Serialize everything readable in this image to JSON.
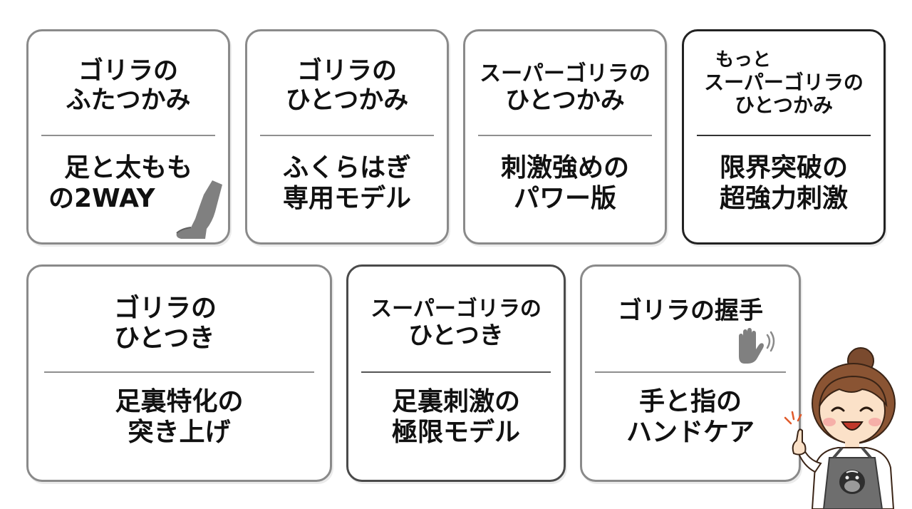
{
  "cards": [
    {
      "title_lines": [
        "ゴリラの",
        "ふたつかみ"
      ],
      "desc_lines": [
        "足と太もも",
        "の2WAY"
      ]
    },
    {
      "title_lines": [
        "ゴリラの",
        "ひとつかみ"
      ],
      "desc_lines": [
        "ふくらはぎ",
        "専用モデル"
      ]
    },
    {
      "title_lines": [
        "スーパーゴリラの",
        "ひとつかみ"
      ],
      "desc_lines": [
        "刺激強めの",
        "パワー版"
      ]
    },
    {
      "title_lines": [
        "もっと",
        "スーパーゴリラの",
        "ひとつかみ"
      ],
      "desc_lines": [
        "限界突破の",
        "超強力刺激"
      ]
    },
    {
      "title_lines": [
        "ゴリラの",
        "ひとつき"
      ],
      "desc_lines": [
        "足裏特化の",
        "突き上げ"
      ]
    },
    {
      "title_lines": [
        "スーパーゴリラの",
        "ひとつき"
      ],
      "desc_lines": [
        "足裏刺激の",
        "極限モデル"
      ]
    },
    {
      "title_lines": [
        "ゴリラの握手"
      ],
      "desc_lines": [
        "手と指の",
        "ハンドケア"
      ]
    }
  ],
  "icons": [
    "leg-icon",
    "hand-icon",
    "woman-pointing-illustration",
    "gorilla-face-icon"
  ],
  "colors": {
    "background": "#ffffff",
    "border_light": "#8a8a8a",
    "border_dark": "#222222",
    "text": "#111111",
    "illustration_gray": "#7a7a7a"
  }
}
